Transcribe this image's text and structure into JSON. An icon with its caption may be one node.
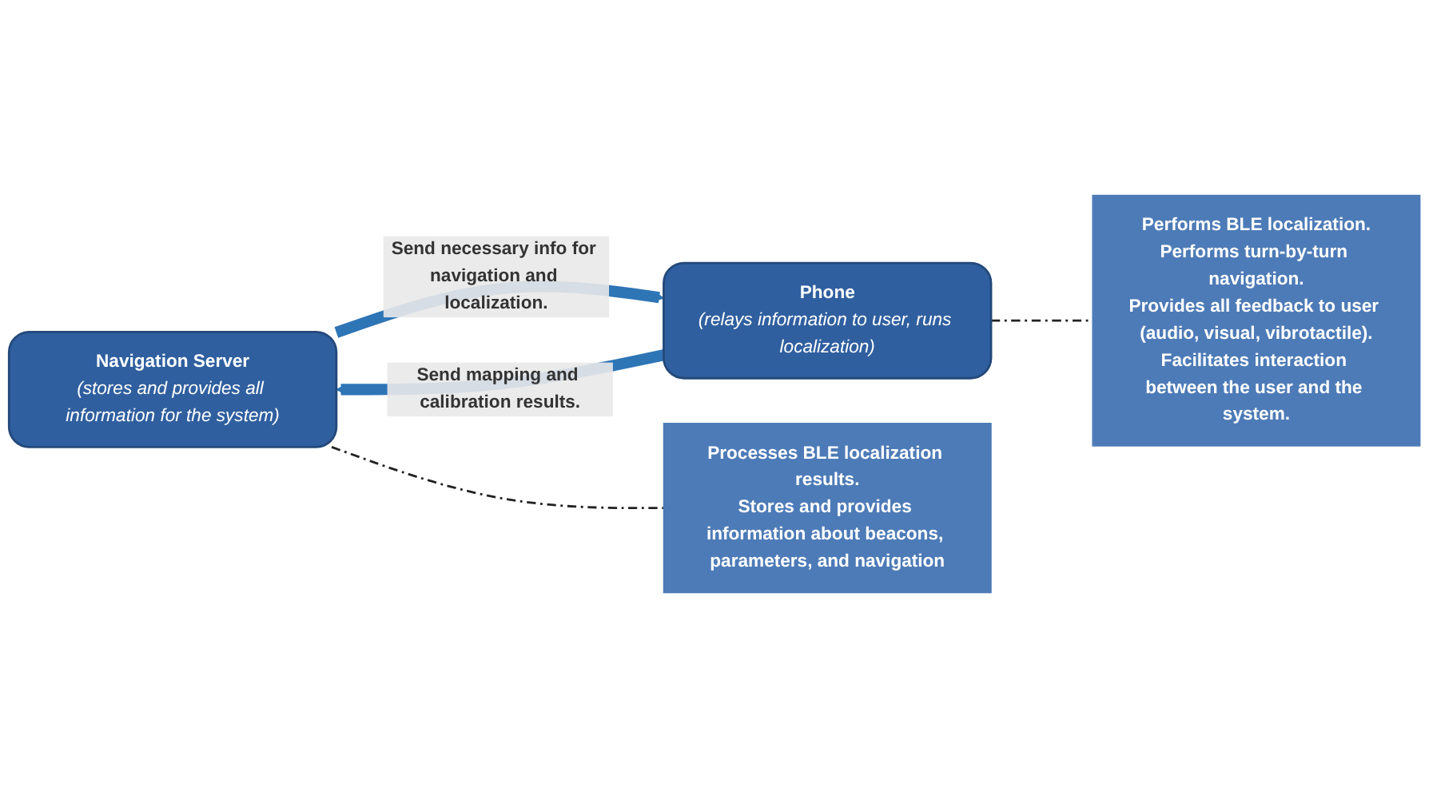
{
  "diagram": {
    "nodes": [
      {
        "text": [
          "Navigation Server",
          "(stores and provides all information for the system)"
        ]
      },
      {
        "text": [
          "Phone",
          "(relays information to user, runs localization)"
        ]
      },
      {
        "text": [
          "Processes BLE localization results.",
          "Stores and provides information about beacons, parameters, and navigation"
        ]
      },
      {
        "text": [
          "Performs BLE localization.",
          "Performs turn-by-turn navigation.",
          "Provides all feedback to user (audio, visual, vibrotactile).",
          "Facilitates interaction between the user and the system."
        ]
      }
    ],
    "edges": [
      {
        "from": 0,
        "to": 1,
        "arrow": "to",
        "label": "Send necessary info for navigation and localization.",
        "style": "thick"
      },
      {
        "from": 1,
        "to": 0,
        "arrow": "to",
        "label": "Send mapping and calibration results.",
        "style": "thick"
      },
      {
        "from": 0,
        "to": 2,
        "arrow": "none",
        "style": "dashed",
        "color": "#222222"
      },
      {
        "from": 1,
        "to": 3,
        "arrow": "none",
        "style": "dashed",
        "color": "#222222"
      }
    ]
  }
}
